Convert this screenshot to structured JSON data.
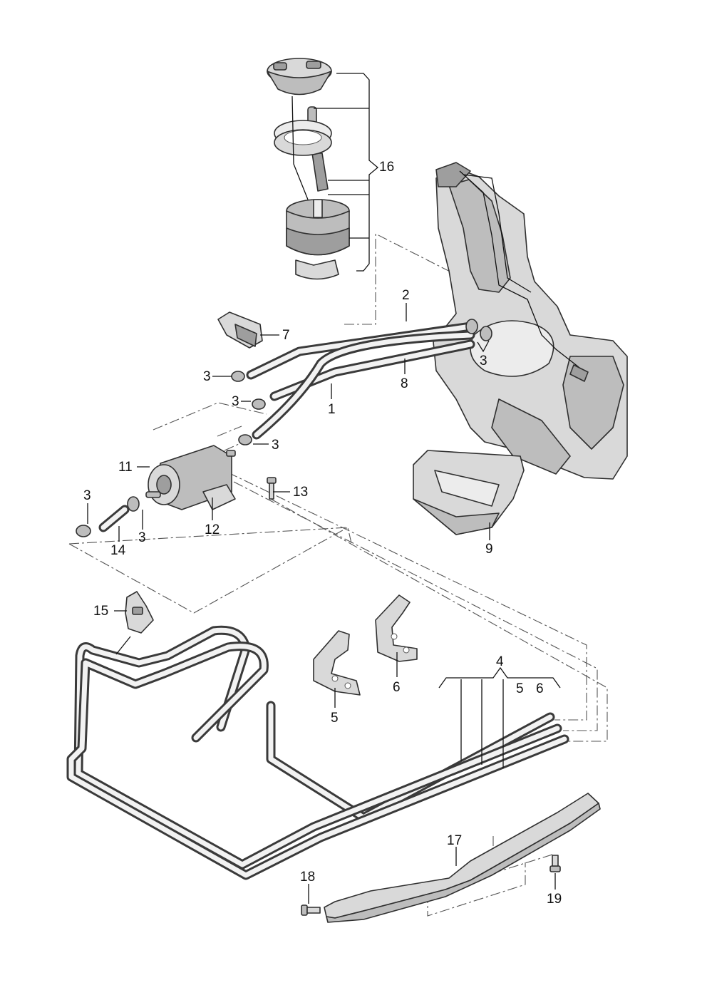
{
  "labels": {
    "l1": "1",
    "l2": "2",
    "l3": "3",
    "l4": "4",
    "l5": "5",
    "l6": "6",
    "l7": "7",
    "l8": "8",
    "l9": "9",
    "l11": "11",
    "l12": "12",
    "l13": "13",
    "l14": "14",
    "l15": "15",
    "l16": "16",
    "l17": "17",
    "l18": "18",
    "l19": "19"
  }
}
